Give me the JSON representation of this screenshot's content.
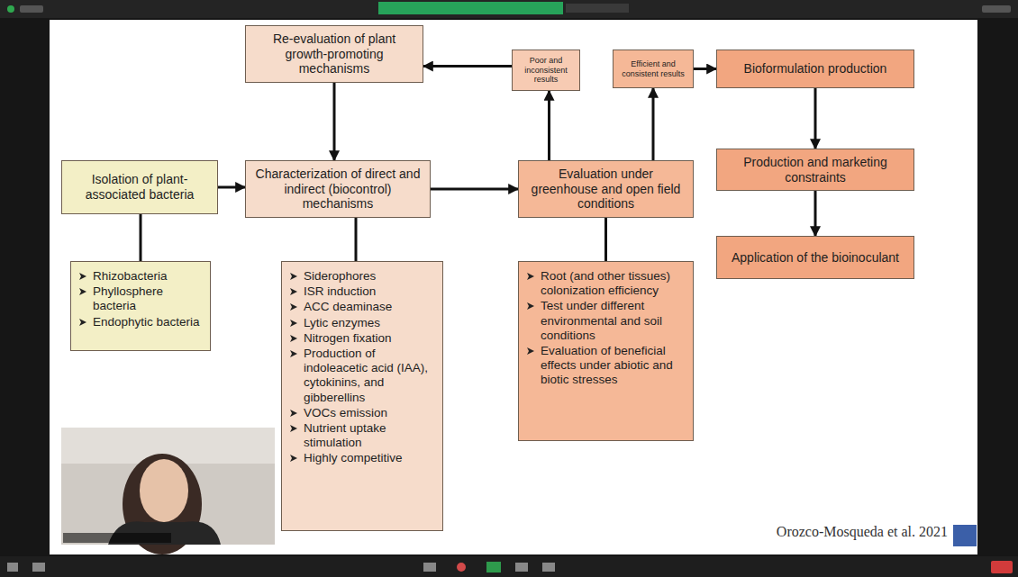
{
  "diagram": {
    "nodes": [
      {
        "text": [
          "Isolation of plant-associated bacteria"
        ]
      },
      {
        "text": [
          "Rhizobacteria",
          "Phyllosphere bacteria",
          "Endophytic bacteria"
        ]
      },
      {
        "text": [
          "Re-evaluation of plant growth-promoting mechanisms"
        ]
      },
      {
        "text": [
          "Characterization of direct and indirect (biocontrol) mechanisms"
        ]
      },
      {
        "text": [
          "Siderophores",
          "ISR induction",
          "ACC deaminase",
          "Lytic enzymes",
          "Nitrogen fixation",
          "Production of indoleacetic acid (IAA), cytokinins, and gibberellins",
          "VOCs emission",
          "Nutrient uptake stimulation",
          "Highly competitive"
        ]
      },
      {
        "text": [
          "Poor and inconsistent results"
        ]
      },
      {
        "text": [
          "Efficient and consistent results"
        ]
      },
      {
        "text": [
          "Evaluation under greenhouse and open field conditions"
        ]
      },
      {
        "text": [
          "Root (and other tissues) colonization efficiency",
          "Test under different environmental and soil conditions",
          "Evaluation of beneficial effects under abiotic and biotic stresses"
        ]
      },
      {
        "text": [
          "Bioformulation production"
        ]
      },
      {
        "text": [
          "Production and marketing constraints"
        ]
      },
      {
        "text": [
          "Application of the bioinoculant"
        ]
      }
    ],
    "edges": [
      {
        "from": 0,
        "to": 3,
        "arrow": "to"
      },
      {
        "from": 0,
        "to": 1,
        "arrow": "none"
      },
      {
        "from": 3,
        "to": 7,
        "arrow": "to"
      },
      {
        "from": 3,
        "to": 4,
        "arrow": "none"
      },
      {
        "from": 7,
        "to": 8,
        "arrow": "none"
      },
      {
        "from": 7,
        "to": 5,
        "arrow": "to"
      },
      {
        "from": 7,
        "to": 6,
        "arrow": "to"
      },
      {
        "from": 5,
        "to": 2,
        "arrow": "to"
      },
      {
        "from": 2,
        "to": 3,
        "arrow": "to"
      },
      {
        "from": 6,
        "to": 9,
        "arrow": "to"
      },
      {
        "from": 9,
        "to": 10,
        "arrow": "to"
      },
      {
        "from": 10,
        "to": 11,
        "arrow": "to"
      }
    ],
    "labels": [
      "Orozco-Mosqueda et al. 2021"
    ]
  }
}
